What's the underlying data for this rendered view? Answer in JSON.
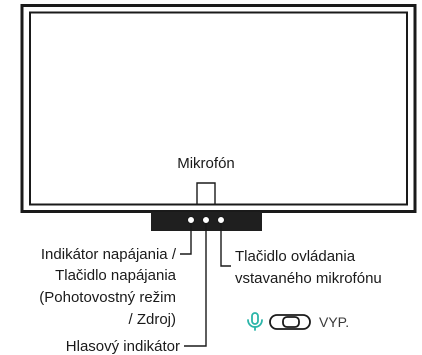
{
  "labels": {
    "mikrofon": "Mikrofón",
    "power_line1": "Indikátor napájania /",
    "power_line2": "Tlačidlo napájania",
    "power_line3": "(Pohotovostný režim",
    "power_line4": "/ Zdroj)",
    "mic_button_line1": "Tlačidlo ovládania",
    "mic_button_line2": "vstavaného mikrofónu",
    "voice_indicator": "Hlasový indikátor",
    "toggle_state": "VYP."
  },
  "icons": {
    "microphone": "microphone-icon",
    "toggle": "toggle-switch-icon"
  },
  "colors": {
    "outline": "#1a1a1a",
    "bezel_bottom": "#1f1f1f",
    "mic_icon": "#2bb5a9",
    "text": "#1a1a1a",
    "toggle_text": "#3a3a3a"
  }
}
